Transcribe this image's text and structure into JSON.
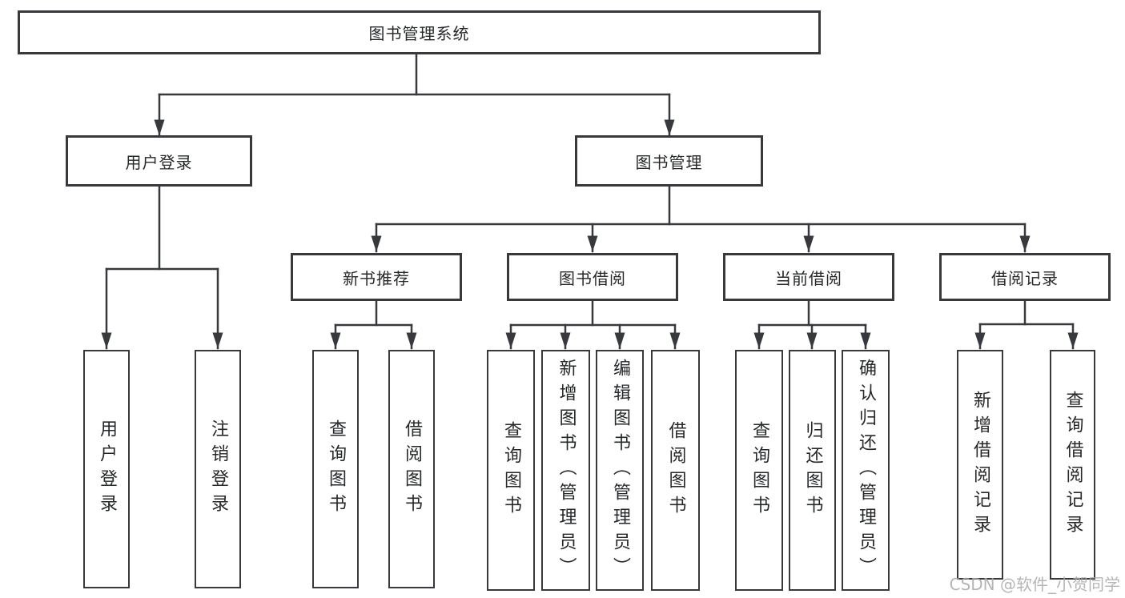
{
  "diagram": {
    "root": {
      "label": "图书管理系统"
    },
    "branches": [
      {
        "label": "用户登录"
      },
      {
        "label": "图书管理"
      }
    ],
    "modules": [
      {
        "label": "新书推荐"
      },
      {
        "label": "图书借阅"
      },
      {
        "label": "当前借阅"
      },
      {
        "label": "借阅记录"
      }
    ],
    "leaves": {
      "user_login": "用户登录",
      "logout": "注销登录",
      "rec_query_books": "查询图书",
      "rec_borrow_books": "借阅图书",
      "borrow_query_books": "查询图书",
      "borrow_add_books": "新增图书（管理员）",
      "borrow_edit_books": "编辑图书（管理员）",
      "borrow_borrow_books": "借阅图书",
      "current_query_books": "查询图书",
      "current_return_books": "归还图书",
      "current_confirm_return": "确认归还（管理员）",
      "records_add_record": "新增借阅记录",
      "records_query_record": "查询借阅记录"
    }
  },
  "watermark": {
    "text": "CSDN @软件_小贺同学"
  },
  "colors": {
    "line": "#37393c",
    "text": "#26282a",
    "watermark": "#a9a9a9",
    "background": "#ffffff"
  }
}
